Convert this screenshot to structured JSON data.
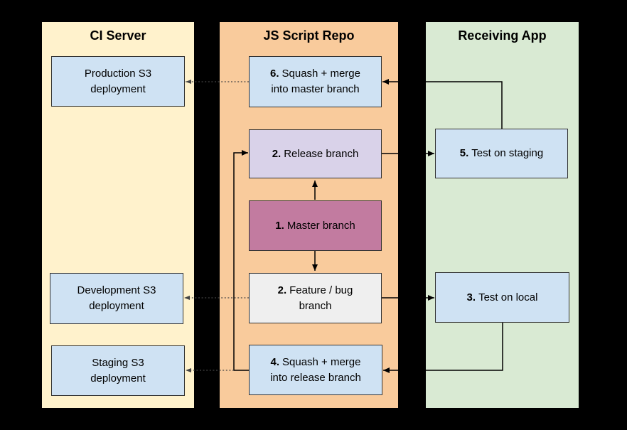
{
  "colors": {
    "background": "#000000",
    "ci_panel": "#FFF2CC",
    "repo_panel": "#F9CB9C",
    "app_panel": "#D9EAD3",
    "box_blue": "#CFE2F3",
    "box_purple": "#D9D2E9",
    "box_pink": "#C27BA0",
    "box_gray": "#EFEFEF",
    "box_border": "#333333",
    "panel_border": "#000000",
    "arrow": "#000000",
    "dotted_arrow": "#444444"
  },
  "panels": [
    {
      "title": "CI Server",
      "boxes": [
        {
          "name": "production-s3-deployment",
          "lines": [
            "Production S3",
            "deployment"
          ]
        },
        {
          "name": "development-s3-deployment",
          "lines": [
            "Development S3",
            "deployment"
          ]
        },
        {
          "name": "staging-s3-deployment",
          "lines": [
            "Staging S3",
            "deployment"
          ]
        }
      ]
    },
    {
      "title": "JS Script Repo",
      "boxes": [
        {
          "name": "squash-merge-master",
          "num": "6.",
          "lines": [
            "Squash + merge",
            "into master branch"
          ]
        },
        {
          "name": "release-branch",
          "num": "2.",
          "lines": [
            "Release branch"
          ]
        },
        {
          "name": "master-branch",
          "num": "1.",
          "lines": [
            "Master branch"
          ]
        },
        {
          "name": "feature-bug-branch",
          "num": "2.",
          "lines": [
            "Feature / bug",
            "branch"
          ]
        },
        {
          "name": "squash-merge-release",
          "num": "4.",
          "lines": [
            "Squash + merge",
            "into release branch"
          ]
        }
      ]
    },
    {
      "title": "Receiving App",
      "boxes": [
        {
          "name": "test-on-staging",
          "num": "5.",
          "lines": [
            "Test on staging"
          ]
        },
        {
          "name": "test-on-local",
          "num": "3.",
          "lines": [
            "Test on local"
          ]
        }
      ]
    }
  ]
}
